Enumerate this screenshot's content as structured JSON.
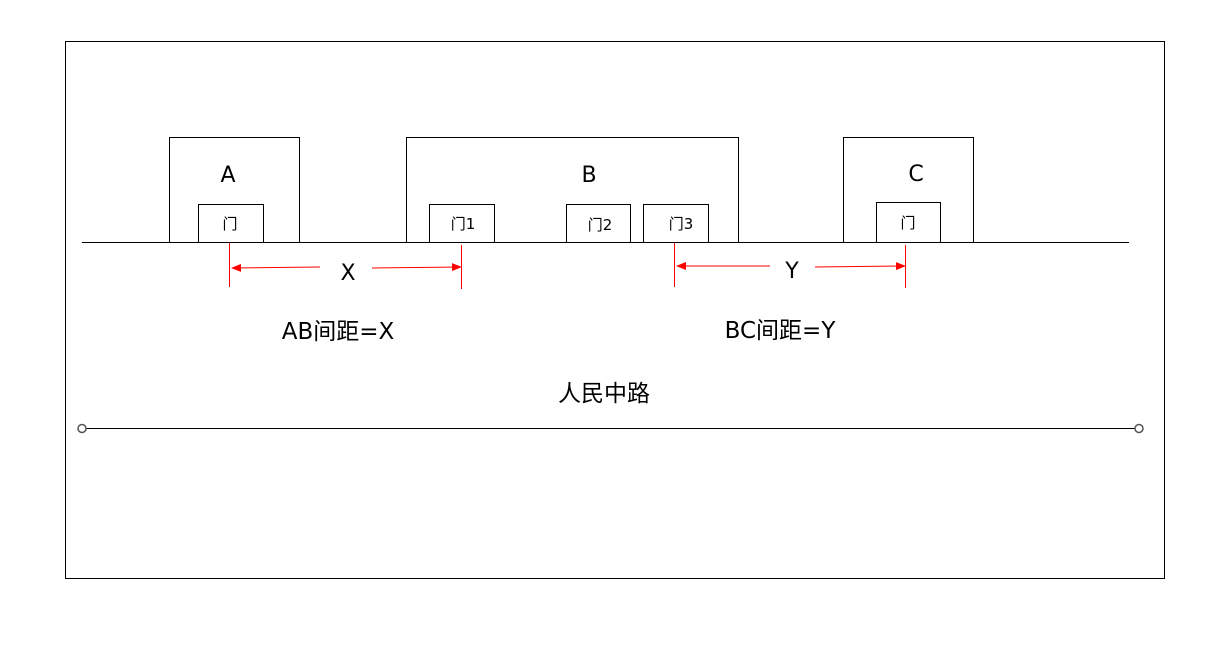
{
  "buildings": [
    {
      "label": "A",
      "doors": [
        "门"
      ]
    },
    {
      "label": "B",
      "doors": [
        "门1",
        "门2",
        "门3"
      ]
    },
    {
      "label": "C",
      "doors": [
        "门"
      ]
    }
  ],
  "distances": {
    "x_symbol": "X",
    "y_symbol": "Y",
    "ab_caption": "AB间距=X",
    "bc_caption": "BC间距=Y"
  },
  "road": {
    "name": "人民中路"
  },
  "colors": {
    "line": "#000000",
    "dimension": "#ff0000"
  }
}
